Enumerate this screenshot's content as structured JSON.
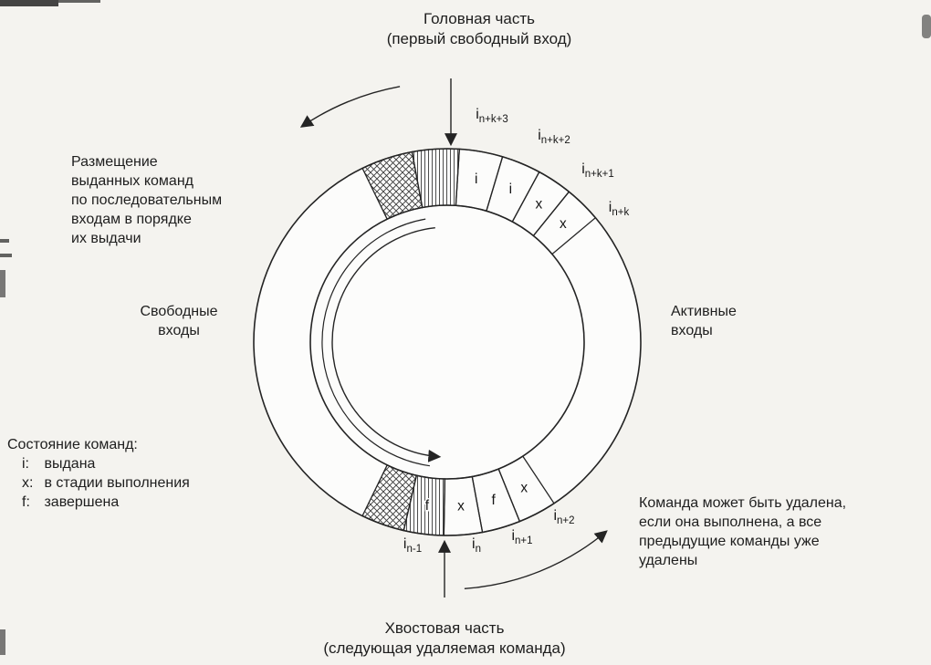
{
  "page": {
    "background": "#f4f3ef",
    "ink": "#1e1e1e"
  },
  "diagram": {
    "head_label": {
      "line1": "Головная часть",
      "line2": "(первый свободный вход)"
    },
    "tail_label": {
      "line1": "Хвостовая часть",
      "line2": "(следующая удаляемая команда)"
    },
    "placement_note": {
      "lines": [
        "Размещение",
        "выданных команд",
        "по последовательным",
        "входам в порядке",
        "их выдачи"
      ]
    },
    "free_entries": {
      "line1": "Свободные",
      "line2": "входы"
    },
    "active_entries": {
      "line1": "Активные",
      "line2": "входы"
    },
    "legend": {
      "title": "Состояние команд:",
      "items": [
        {
          "key": "i:",
          "text": "выдана"
        },
        {
          "key": "x:",
          "text": "в стадии выполнения"
        },
        {
          "key": "f:",
          "text": "завершена"
        }
      ]
    },
    "removal_note": {
      "lines": [
        "Команда может быть удалена,",
        "если она выполнена, а все",
        "предыдущие команды уже",
        "удалены"
      ]
    },
    "entries": {
      "top": [
        {
          "base": "i",
          "sub": "n+k+3"
        },
        {
          "base": "i",
          "sub": "n+k+2"
        },
        {
          "base": "i",
          "sub": "n+k+1"
        },
        {
          "base": "i",
          "sub": "n+k"
        }
      ],
      "bottom": [
        {
          "base": "i",
          "sub": "n-1"
        },
        {
          "base": "i",
          "sub": "n"
        },
        {
          "base": "i",
          "sub": "n+1"
        },
        {
          "base": "i",
          "sub": "n+2"
        }
      ]
    },
    "segments": {
      "top": [
        {
          "fill": "crosshatch",
          "letter": ""
        },
        {
          "fill": "vhatch",
          "letter": ""
        },
        {
          "fill": "none",
          "letter": "i"
        },
        {
          "fill": "none",
          "letter": "i"
        },
        {
          "fill": "none",
          "letter": "x"
        },
        {
          "fill": "none",
          "letter": "x"
        }
      ],
      "bottom": [
        {
          "fill": "crosshatch",
          "letter": ""
        },
        {
          "fill": "vhatch",
          "letter": "f"
        },
        {
          "fill": "none",
          "letter": "x"
        },
        {
          "fill": "none",
          "letter": "f"
        },
        {
          "fill": "none",
          "letter": "x"
        }
      ]
    }
  }
}
